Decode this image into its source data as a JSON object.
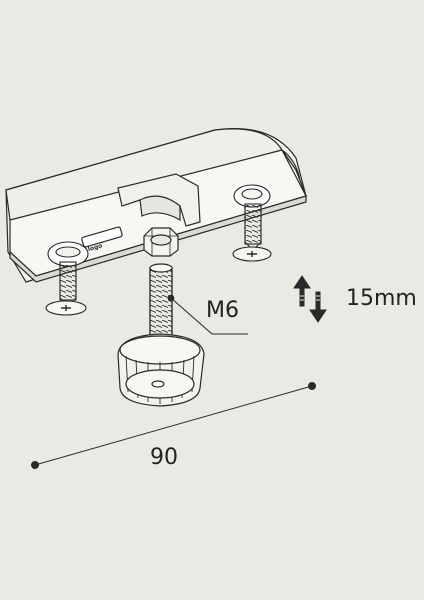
{
  "labels": {
    "thread": "M6",
    "travel": "15mm",
    "width": "90"
  },
  "colors": {
    "background": "#e8ebe3",
    "line": "#2a2a2a",
    "metal": "#f2f2ee",
    "metal_shade": "#d9d9d4"
  }
}
